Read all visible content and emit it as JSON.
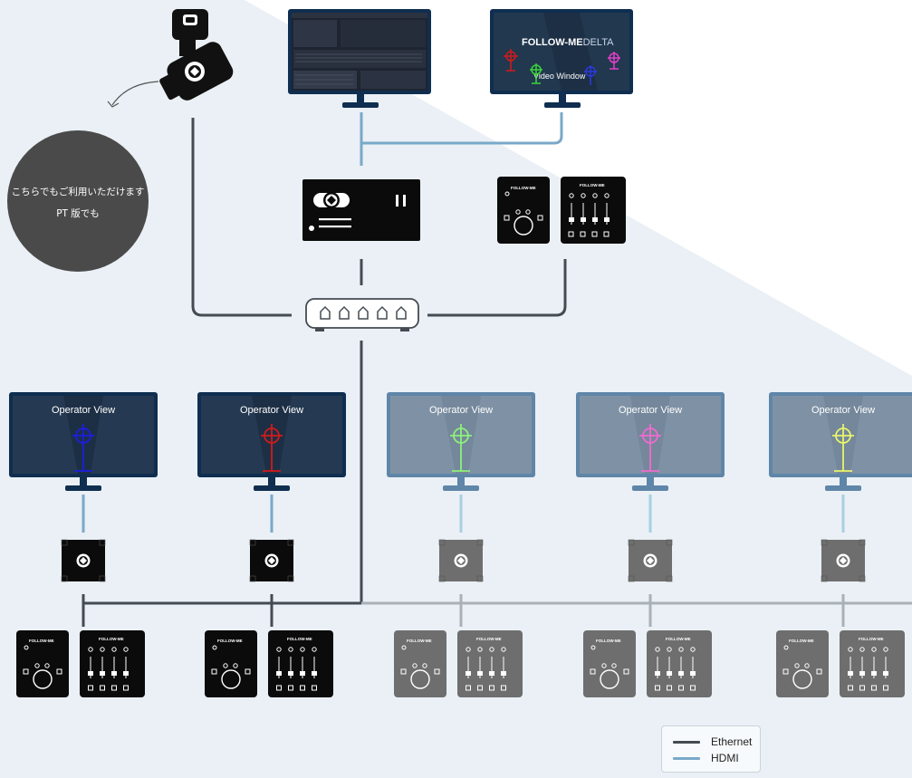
{
  "colors": {
    "ethernet": "#444b52",
    "ethernet_inactive": "#a9b0b6",
    "hdmi": "#79a9c9",
    "hdmi_inactive": "#a8cfe4",
    "bg_shade": "#e9eef4",
    "device_active": "#0b0b0b",
    "device_inactive": "#6e6e6e",
    "monitor_frame": "#0f2e50",
    "monitor_frame_inactive": "#5f86a8",
    "screen": "#1d2f45",
    "screen_inactive": "#74879b",
    "note_circle": "#4a4a4a"
  },
  "note": {
    "line1": "こちらでもご利用いただけます",
    "line2": "PT 版でも"
  },
  "top_monitors": {
    "right_brand_bold": "FOLLOW-ME",
    "right_brand_light": "DELTA",
    "right_caption": "Video Window"
  },
  "control_panel_label": "FOLLOW-ME",
  "operator_views": [
    {
      "label": "Operator View",
      "target_color": "#1c1ee0",
      "active": true
    },
    {
      "label": "Operator View",
      "target_color": "#d21a1a",
      "active": true
    },
    {
      "label": "Operator View",
      "target_color": "#8df07a",
      "active": false
    },
    {
      "label": "Operator View",
      "target_color": "#f06bcf",
      "active": false
    },
    {
      "label": "Operator View",
      "target_color": "#e8f46a",
      "active": false
    }
  ],
  "legend": {
    "items": [
      {
        "label": "Ethernet",
        "color": "#444b52"
      },
      {
        "label": "HDMI",
        "color": "#79a9c9"
      }
    ]
  }
}
